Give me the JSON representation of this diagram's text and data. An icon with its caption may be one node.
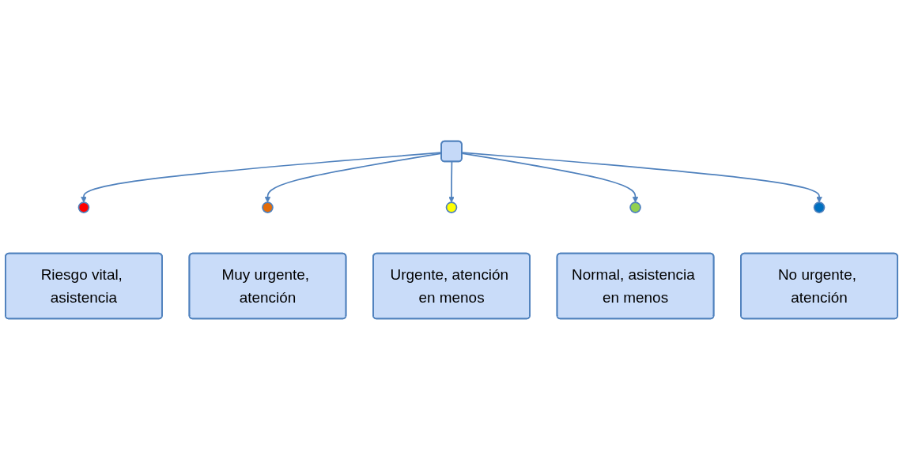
{
  "diagram": {
    "nodes": [
      {
        "text": [],
        "shape": "box"
      },
      {
        "text": [],
        "shape": "circle"
      },
      {
        "text": [],
        "shape": "circle"
      },
      {
        "text": [],
        "shape": "circle"
      },
      {
        "text": [],
        "shape": "circle"
      },
      {
        "text": [],
        "shape": "circle"
      },
      {
        "text": [
          "Riesgo vital, asistencia"
        ]
      },
      {
        "text": [
          "Muy urgente, atención"
        ]
      },
      {
        "text": [
          "Urgente, atención en menos"
        ]
      },
      {
        "text": [
          "Normal, asistencia en menos"
        ]
      },
      {
        "text": [
          "No urgente, atención"
        ]
      }
    ],
    "edges": [
      {
        "from": 0,
        "to": 1,
        "arrow": "to"
      },
      {
        "from": 0,
        "to": 2,
        "arrow": "to"
      },
      {
        "from": 0,
        "to": 3,
        "arrow": "to"
      },
      {
        "from": 0,
        "to": 4,
        "arrow": "to"
      },
      {
        "from": 0,
        "to": 5,
        "arrow": "to"
      }
    ]
  }
}
